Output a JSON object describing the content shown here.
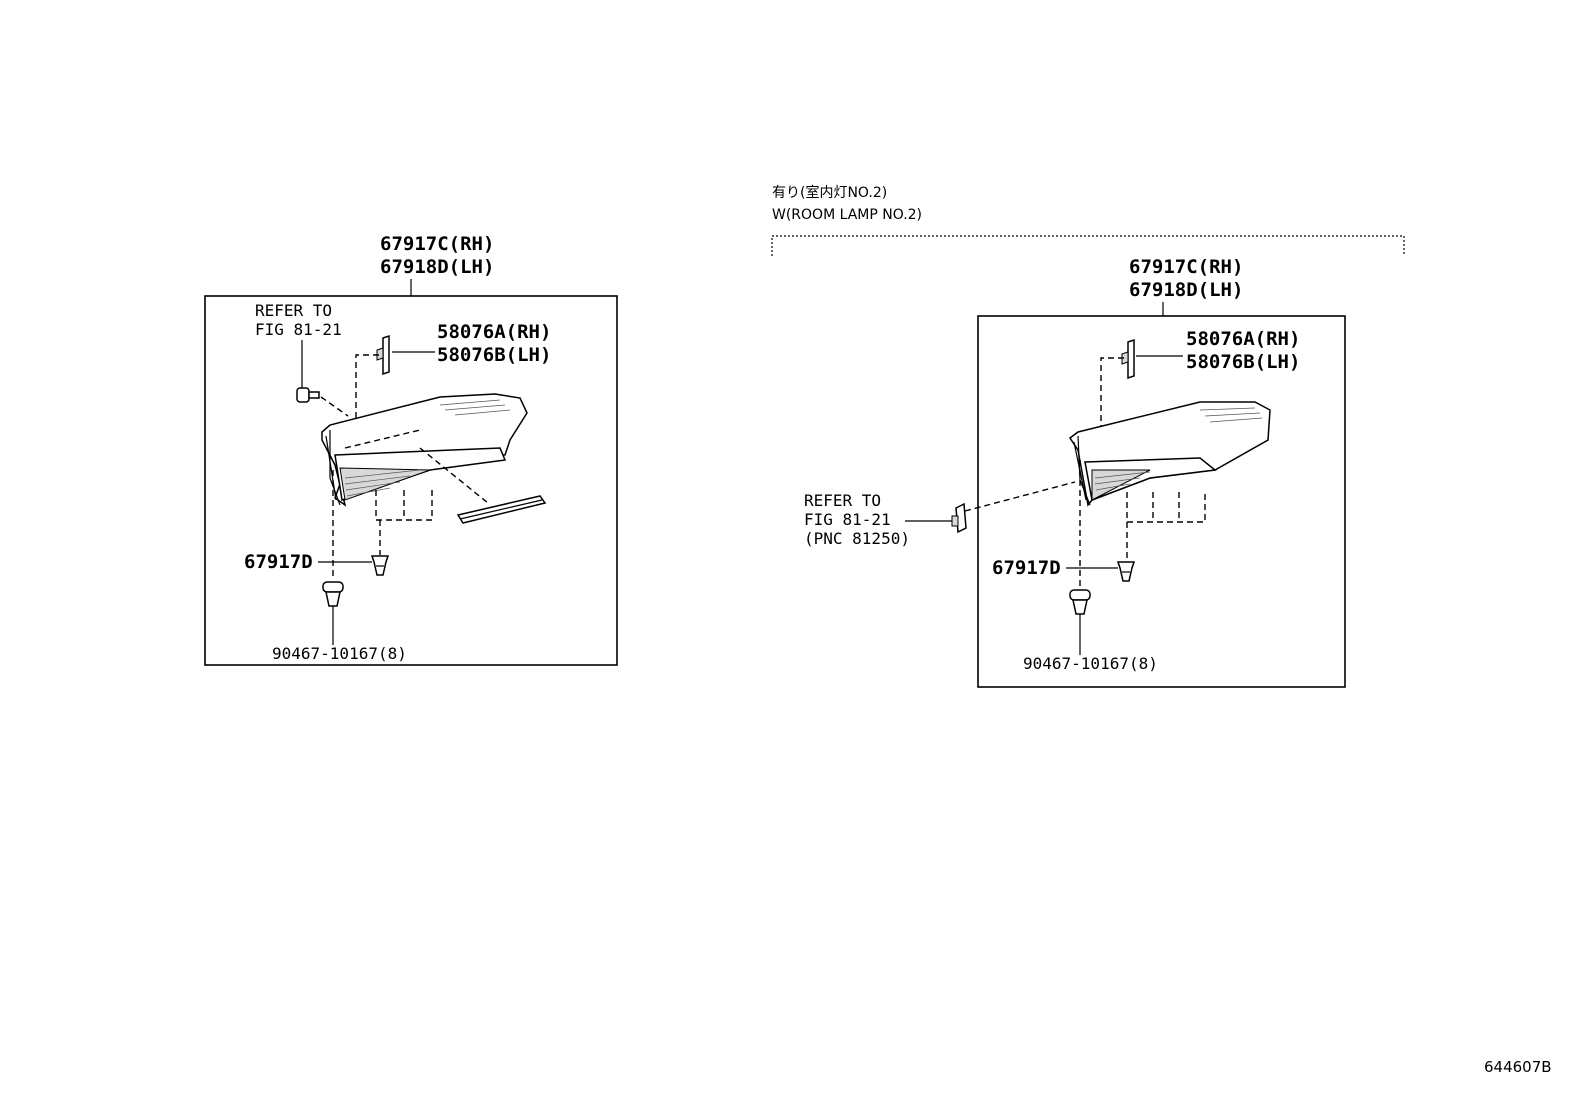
{
  "figure_id": "644607B",
  "left_panel": {
    "assembly_label_rh": "67917C(RH)",
    "assembly_label_lh": "67918D(LH)",
    "refer_line1": "REFER TO",
    "refer_line2": "FIG 81-21",
    "plate_label_rh": "58076A(RH)",
    "plate_label_lh": "58076B(LH)",
    "clip_label": "67917D",
    "screw_label": "90467-10167(8)"
  },
  "right_panel": {
    "condition_jp": "有り(室内灯NO.2)",
    "condition_en": "W(ROOM LAMP NO.2)",
    "assembly_label_rh": "67917C(RH)",
    "assembly_label_lh": "67918D(LH)",
    "refer_line1": "REFER TO",
    "refer_line2": "FIG 81-21",
    "refer_line3": "(PNC 81250)",
    "plate_label_rh": "58076A(RH)",
    "plate_label_lh": "58076B(LH)",
    "clip_label": "67917D",
    "screw_label": "90467-10167(8)"
  }
}
